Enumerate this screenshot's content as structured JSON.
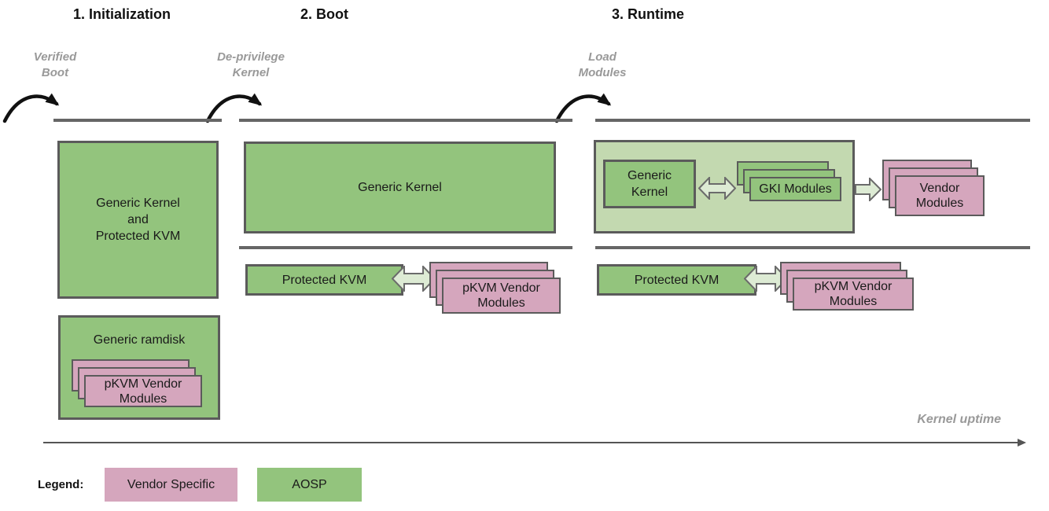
{
  "titles": {
    "init": "1. Initialization",
    "boot": "2. Boot",
    "runtime": "3. Runtime"
  },
  "transitions": {
    "verified_boot": "Verified\nBoot",
    "deprivilege_kernel": "De-privilege\nKernel",
    "load_modules": "Load\nModules"
  },
  "labels": {
    "generic_kernel_and_pkvm": "Generic Kernel\nand\nProtected KVM",
    "generic_ramdisk": "Generic ramdisk",
    "pkvm_vendor_modules": "pKVM Vendor\nModules",
    "generic_kernel": "Generic Kernel",
    "generic_kernel_two_line": "Generic\nKernel",
    "protected_kvm": "Protected KVM",
    "gki_modules": "GKI Modules",
    "vendor_modules": "Vendor\nModules"
  },
  "axis": {
    "label": "Kernel uptime"
  },
  "legend": {
    "title": "Legend:",
    "vendor_specific": "Vendor Specific",
    "aosp": "AOSP"
  },
  "colors": {
    "aosp_green": "#93c47d",
    "container_green": "#c3d9b0",
    "arrow_green": "#ddebd4",
    "vendor_pink": "#d5a6bd",
    "border_gray": "#5b5b5b",
    "timeline_gray": "#666666",
    "muted_gray": "#999999"
  }
}
